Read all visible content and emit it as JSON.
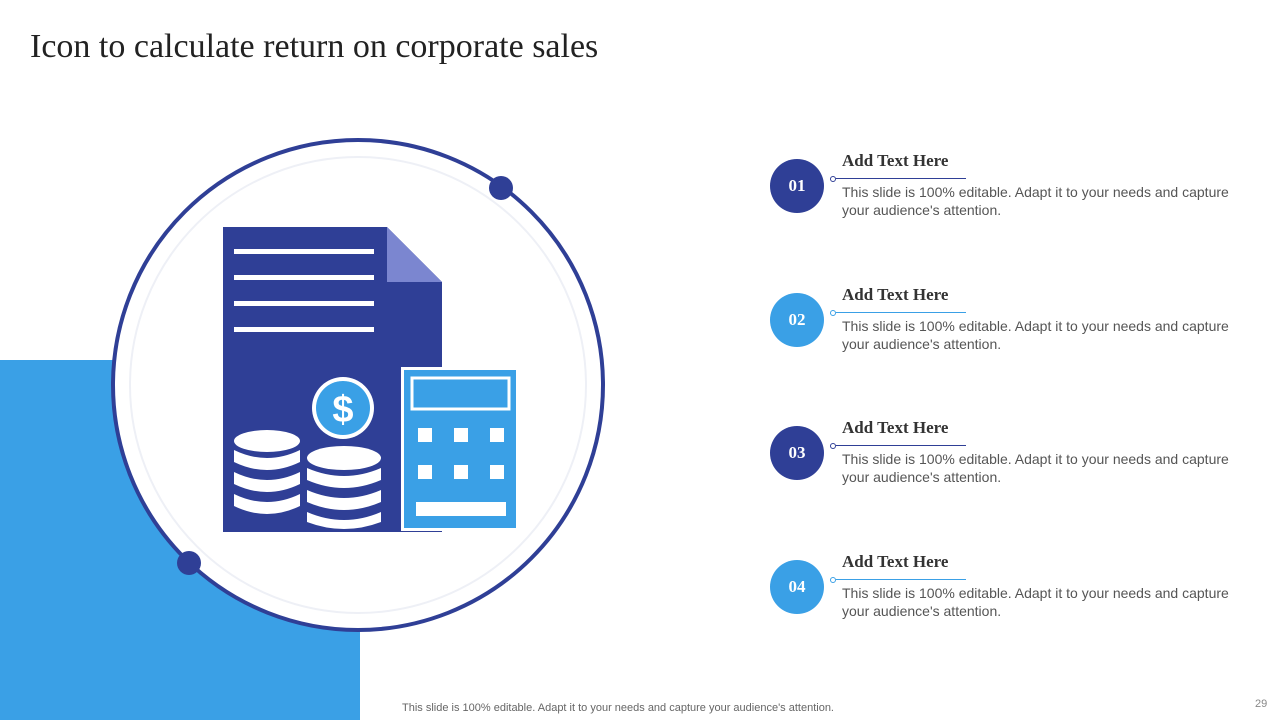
{
  "title": "Icon to calculate return on corporate sales",
  "colors": {
    "dark_blue": "#2f3f96",
    "light_blue": "#3aa0e6",
    "doc_fold": "#7b86d0"
  },
  "illustration": {
    "icons": [
      "document-icon",
      "dollar-coin-icon",
      "coin-stack-icon",
      "calculator-icon"
    ],
    "dollar_symbol": "$"
  },
  "items": [
    {
      "number": "01",
      "heading": "Add Text Here",
      "text": "This slide is 100% editable. Adapt it to your needs and capture your audience's attention.",
      "color": "#2f3f96"
    },
    {
      "number": "02",
      "heading": "Add Text Here",
      "text": "This slide is 100% editable. Adapt it to your needs and capture your audience's attention.",
      "color": "#3aa0e6"
    },
    {
      "number": "03",
      "heading": "Add Text Here",
      "text": "This slide is 100% editable. Adapt it to your needs and capture your audience's attention.",
      "color": "#2f3f96"
    },
    {
      "number": "04",
      "heading": "Add Text Here",
      "text": "This slide is 100% editable. Adapt it to your needs and capture your audience's attention.",
      "color": "#3aa0e6"
    }
  ],
  "footer": "This slide is 100% editable. Adapt it to your needs and capture your audience's attention.",
  "page_number": "29"
}
